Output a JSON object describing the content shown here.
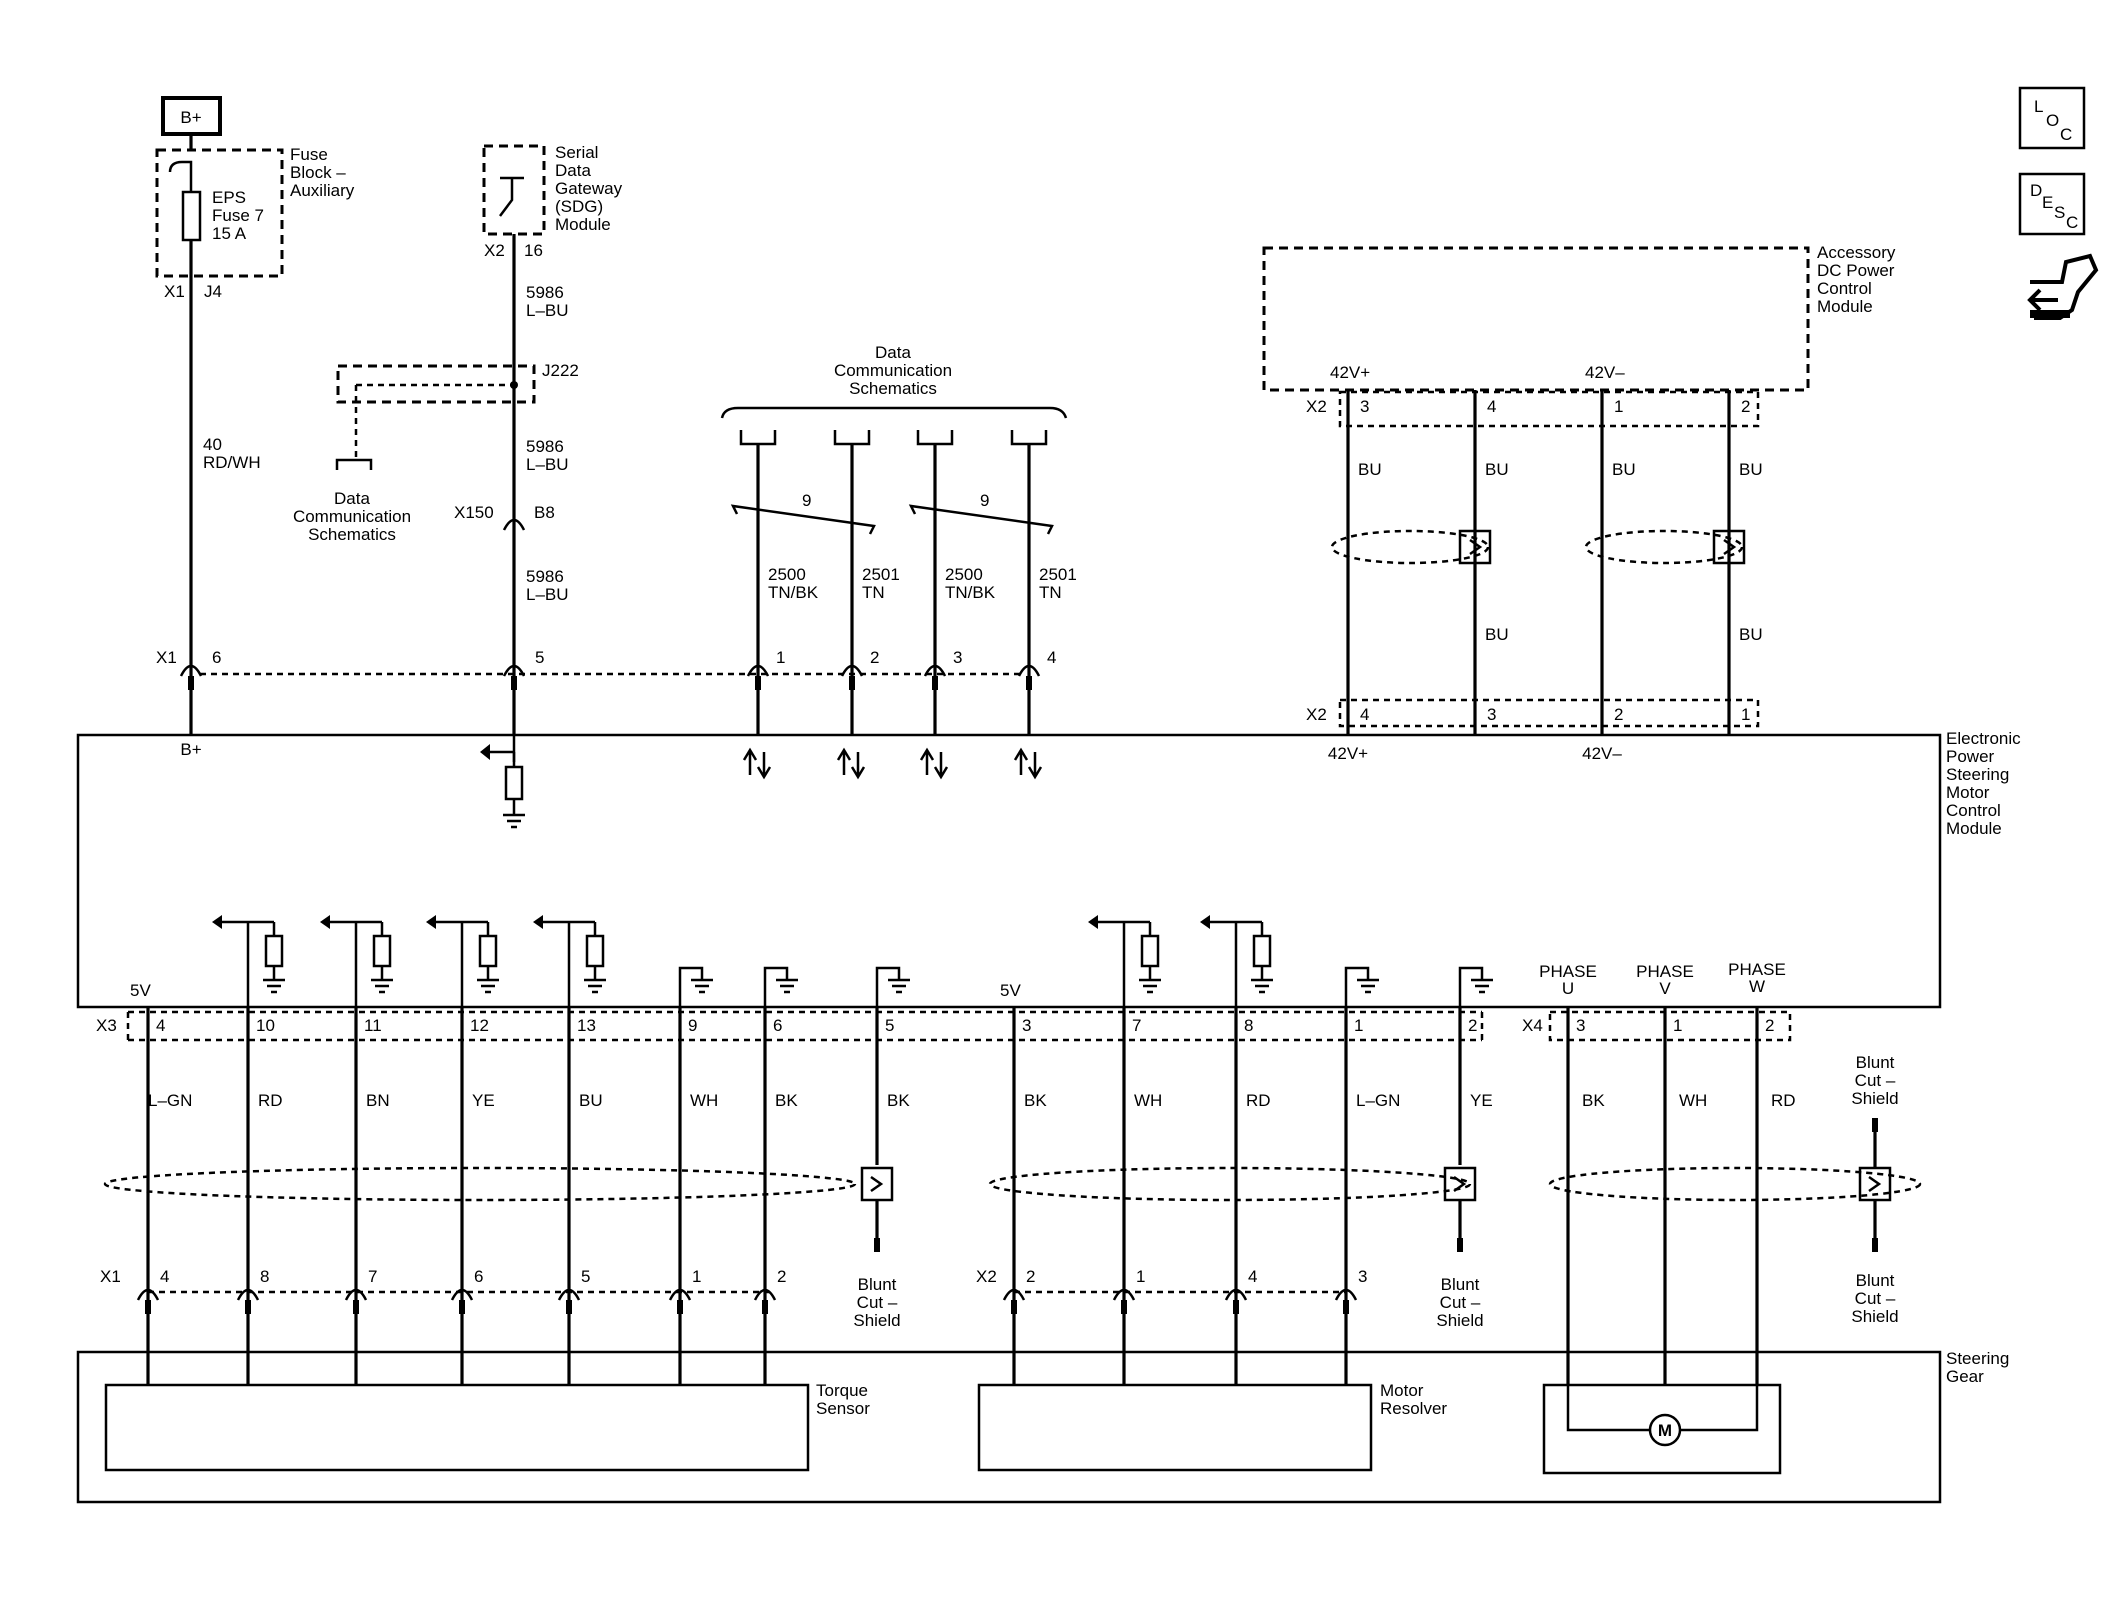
{
  "power": {
    "bplus_tag": "B+",
    "fuse_block_label": [
      "Fuse",
      "Block –",
      "Auxiliary"
    ],
    "fuse_label": [
      "EPS",
      "Fuse 7",
      "15 A"
    ],
    "fuse_conn": "X1",
    "fuse_pin": "J4",
    "wire_circuit": "40",
    "wire_color": "RD/WH"
  },
  "sdg": {
    "label": [
      "Serial",
      "Data",
      "Gateway",
      "(SDG)",
      "Module"
    ],
    "conn": "X2",
    "pin": "16",
    "wire1": [
      "5986",
      "L–BU"
    ],
    "splice": "J222",
    "wire2": [
      "5986",
      "L–BU"
    ],
    "inline_conn": "X150",
    "inline_pin": "B8",
    "wire3": [
      "5986",
      "L–BU"
    ],
    "ref_label": [
      "Data",
      "Communication",
      "Schematics"
    ]
  },
  "data_comm": {
    "label": [
      "Data",
      "Communication",
      "Schematics"
    ],
    "twist": [
      "9",
      "9"
    ],
    "wires": [
      {
        "circuit": "2500",
        "color": "TN/BK",
        "pin": "1"
      },
      {
        "circuit": "2501",
        "color": "TN",
        "pin": "2"
      },
      {
        "circuit": "2500",
        "color": "TN/BK",
        "pin": "3"
      },
      {
        "circuit": "2501",
        "color": "TN",
        "pin": "4"
      }
    ]
  },
  "eps_module": {
    "label": [
      "Electronic",
      "Power",
      "Steering",
      "Motor",
      "Control",
      "Module"
    ],
    "conn_top": "X1",
    "pins_top": [
      "6",
      "5"
    ],
    "bplus_label": "B+",
    "v5_labels": [
      "5V",
      "5V"
    ]
  },
  "accessory": {
    "label": [
      "Accessory",
      "DC Power",
      "Control",
      "Module"
    ],
    "term_labels": [
      "42V+",
      "42V–"
    ],
    "conn_top": "X2",
    "pins_top": [
      "3",
      "4",
      "1",
      "2"
    ],
    "wire_colors_top": [
      "BU",
      "BU",
      "BU",
      "BU"
    ],
    "wire_colors_bottom": [
      "BU",
      "BU"
    ],
    "conn_bottom": "X2",
    "pins_bottom": [
      "4",
      "3",
      "2",
      "1"
    ],
    "module_term_labels": [
      "42V+",
      "42V–"
    ]
  },
  "x3": {
    "conn": "X3",
    "pins": [
      "4",
      "10",
      "11",
      "12",
      "13",
      "9",
      "6",
      "5",
      "3",
      "7",
      "8",
      "1",
      "2"
    ],
    "colors": [
      "L–GN",
      "RD",
      "BN",
      "YE",
      "BU",
      "WH",
      "BK",
      "BK",
      "BK",
      "WH",
      "RD",
      "L–GN",
      "YE"
    ]
  },
  "x4": {
    "conn": "X4",
    "pins": [
      "3",
      "1",
      "2"
    ],
    "phases": [
      [
        "PHASE",
        "U"
      ],
      [
        "PHASE",
        "V"
      ],
      [
        "PHASE",
        "W"
      ]
    ],
    "colors": [
      "BK",
      "WH",
      "RD"
    ]
  },
  "shield_label": [
    "Blunt",
    "Cut –",
    "Shield"
  ],
  "torque": {
    "conn": "X1",
    "pins": [
      "4",
      "8",
      "7",
      "6",
      "5",
      "1",
      "2"
    ],
    "label": [
      "Torque",
      "Sensor"
    ]
  },
  "resolver": {
    "conn": "X2",
    "pins": [
      "2",
      "1",
      "4",
      "3"
    ],
    "label": [
      "Motor",
      "Resolver"
    ]
  },
  "motor_symbol": "M",
  "steering_gear_label": [
    "Steering",
    "Gear"
  ],
  "side_icons": {
    "loc": [
      "L",
      "O",
      "C"
    ],
    "desc": [
      "D",
      "E",
      "S",
      "C"
    ],
    "connector_icon": "connector-icon"
  }
}
